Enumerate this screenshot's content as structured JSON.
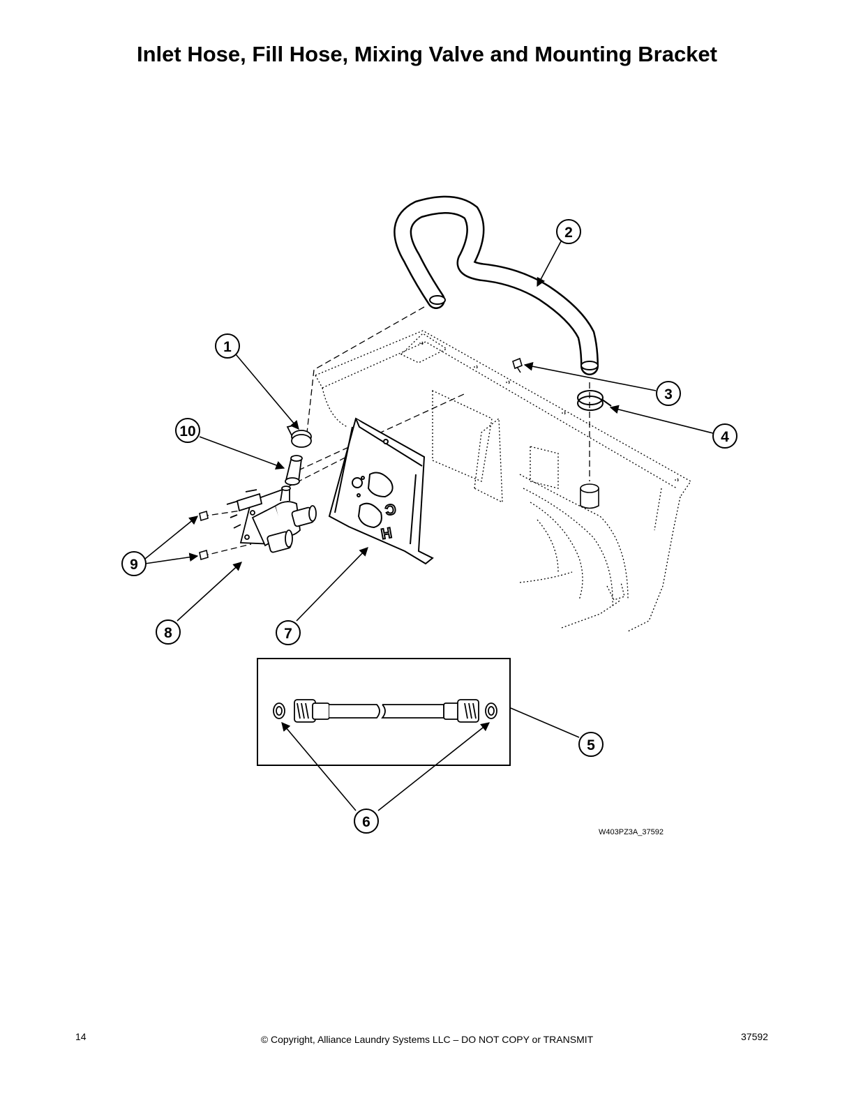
{
  "title": "Inlet Hose, Fill Hose, Mixing Valve and Mounting Bracket",
  "callouts": [
    {
      "id": "1",
      "label": "1"
    },
    {
      "id": "2",
      "label": "2"
    },
    {
      "id": "3",
      "label": "3"
    },
    {
      "id": "4",
      "label": "4"
    },
    {
      "id": "5",
      "label": "5"
    },
    {
      "id": "6",
      "label": "6"
    },
    {
      "id": "7",
      "label": "7"
    },
    {
      "id": "8",
      "label": "8"
    },
    {
      "id": "9",
      "label": "9"
    },
    {
      "id": "10",
      "label": "10"
    }
  ],
  "bracket_marks": {
    "cold": "C",
    "hot": "H"
  },
  "figure_id": "W403PZ3A_37592",
  "footer": {
    "page_number": "14",
    "copyright": "© Copyright, Alliance Laundry Systems LLC – DO NOT COPY or TRANSMIT",
    "doc_number": "37592"
  }
}
